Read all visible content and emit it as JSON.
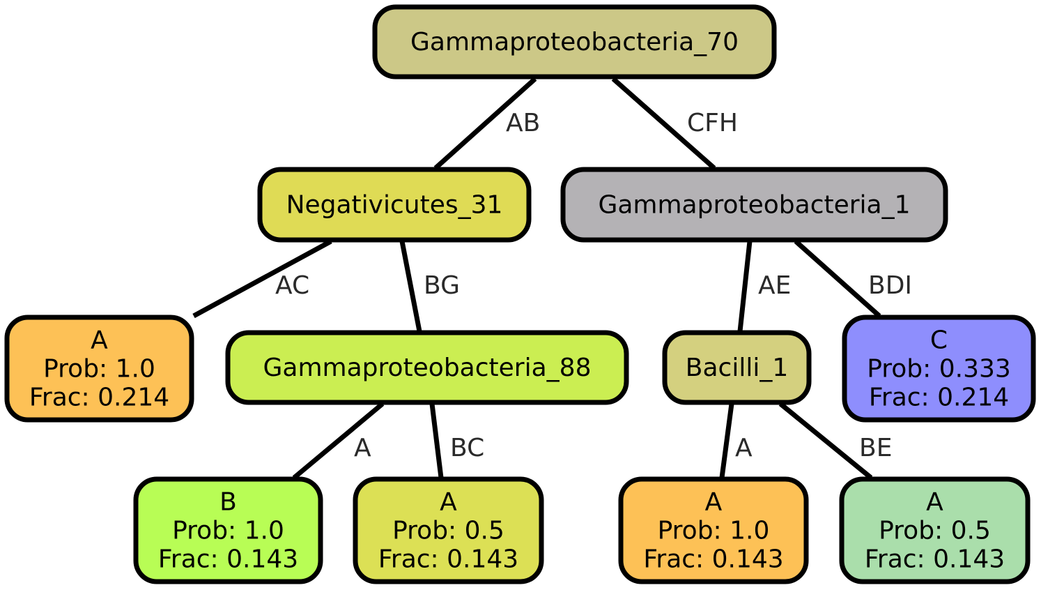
{
  "nodes": [
    {
      "id": "gamma70",
      "lines": [
        "Gammaproteobacteria_70"
      ],
      "color": "#ccc887"
    },
    {
      "id": "neg31",
      "lines": [
        "Negativicutes_31"
      ],
      "color": "#dfdb55"
    },
    {
      "id": "gamma1",
      "lines": [
        "Gammaproteobacteria_1"
      ],
      "color": "#b4b2b5"
    },
    {
      "id": "leafA1",
      "lines": [
        "A",
        "Prob: 1.0",
        "Frac: 0.214"
      ],
      "color": "#fdc156"
    },
    {
      "id": "gamma88",
      "lines": [
        "Gammaproteobacteria_88"
      ],
      "color": "#cbee52"
    },
    {
      "id": "bac1",
      "lines": [
        "Bacilli_1"
      ],
      "color": "#d4d07f"
    },
    {
      "id": "leafC",
      "lines": [
        "C",
        "Prob: 0.333",
        "Frac: 0.214"
      ],
      "color": "#8e8efd"
    },
    {
      "id": "leafB",
      "lines": [
        "B",
        "Prob: 1.0",
        "Frac: 0.143"
      ],
      "color": "#b8fd55"
    },
    {
      "id": "leafA2",
      "lines": [
        "A",
        "Prob: 0.5",
        "Frac: 0.143"
      ],
      "color": "#dce055"
    },
    {
      "id": "leafA3",
      "lines": [
        "A",
        "Prob: 1.0",
        "Frac: 0.143"
      ],
      "color": "#fdc156"
    },
    {
      "id": "leafA4",
      "lines": [
        "A",
        "Prob: 0.5",
        "Frac: 0.143"
      ],
      "color": "#aadeab"
    }
  ],
  "edges": [
    {
      "from": "gamma70",
      "to": "neg31",
      "label": "AB"
    },
    {
      "from": "gamma70",
      "to": "gamma1",
      "label": "CFH"
    },
    {
      "from": "neg31",
      "to": "leafA1",
      "label": "AC"
    },
    {
      "from": "neg31",
      "to": "gamma88",
      "label": "BG"
    },
    {
      "from": "gamma1",
      "to": "bac1",
      "label": "AE"
    },
    {
      "from": "gamma1",
      "to": "leafC",
      "label": "BDI"
    },
    {
      "from": "gamma88",
      "to": "leafB",
      "label": "A"
    },
    {
      "from": "gamma88",
      "to": "leafA2",
      "label": "BC"
    },
    {
      "from": "bac1",
      "to": "leafA3",
      "label": "A"
    },
    {
      "from": "bac1",
      "to": "leafA4",
      "label": "BE"
    }
  ]
}
